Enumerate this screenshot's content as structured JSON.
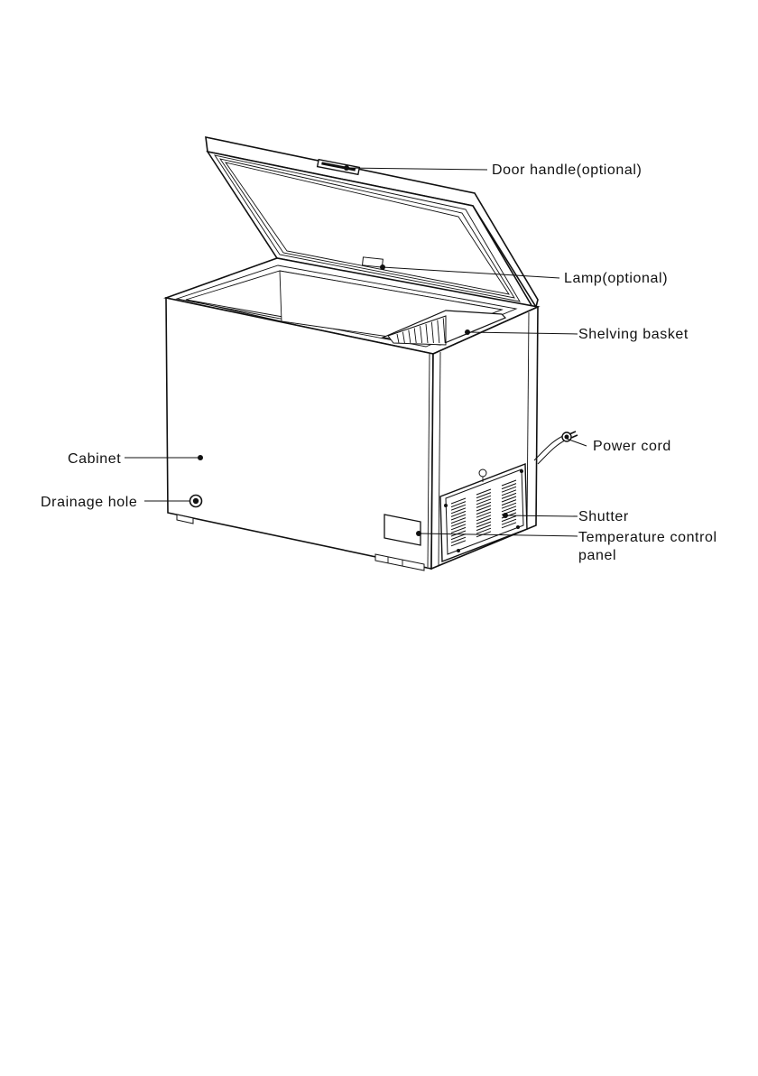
{
  "figure": {
    "labels": {
      "door_handle": "Door handle(optional)",
      "lamp": "Lamp(optional)",
      "shelving_basket": "Shelving basket",
      "power_cord": "Power cord",
      "shutter": "Shutter",
      "temperature_control_line1": "Temperature control",
      "temperature_control_line2": "panel",
      "cabinet": "Cabinet",
      "drainage_hole": "Drainage hole"
    }
  }
}
